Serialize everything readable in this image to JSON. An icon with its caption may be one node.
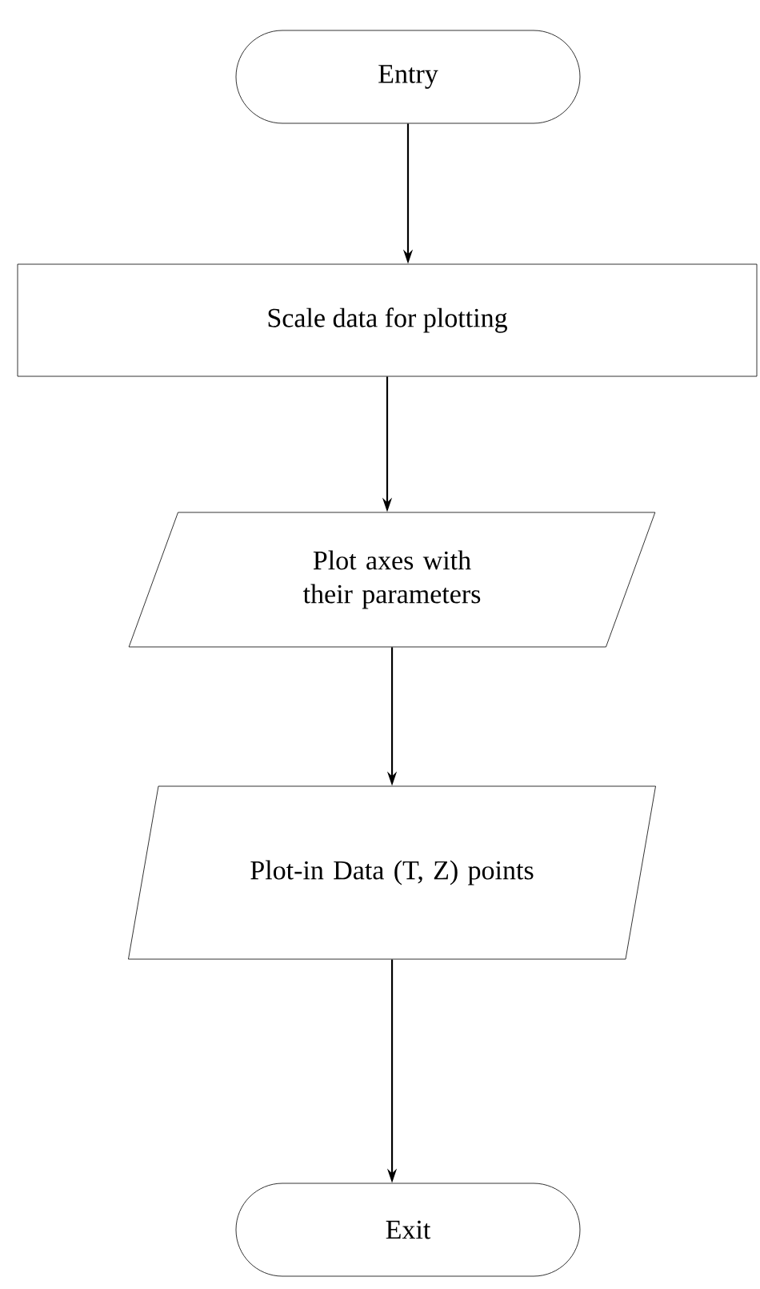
{
  "diagram": {
    "nodes": [
      {
        "text": [
          "Entry"
        ]
      },
      {
        "text": [
          "Scale data for plotting"
        ]
      },
      {
        "text": [
          "Plot axes with their parameters"
        ]
      },
      {
        "text": [
          "Plot-in Data (T, Z) points"
        ]
      },
      {
        "text": [
          "Exit"
        ]
      }
    ],
    "edges": [
      {
        "from": 0,
        "to": 1,
        "arrow": "to"
      },
      {
        "from": 1,
        "to": 2,
        "arrow": "to"
      },
      {
        "from": 2,
        "to": 3,
        "arrow": "to"
      },
      {
        "from": 3,
        "to": 4,
        "arrow": "to"
      }
    ]
  }
}
